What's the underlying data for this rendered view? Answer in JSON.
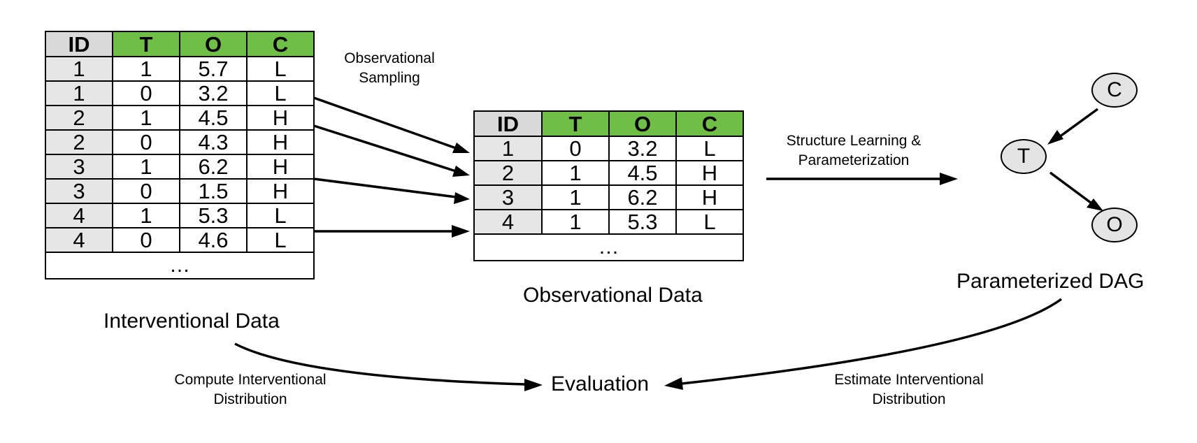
{
  "interventional_table": {
    "headers": [
      "ID",
      "T",
      "O",
      "C"
    ],
    "rows": [
      [
        "1",
        "1",
        "5.7",
        "L"
      ],
      [
        "1",
        "0",
        "3.2",
        "L"
      ],
      [
        "2",
        "1",
        "4.5",
        "H"
      ],
      [
        "2",
        "0",
        "4.3",
        "H"
      ],
      [
        "3",
        "1",
        "6.2",
        "H"
      ],
      [
        "3",
        "0",
        "1.5",
        "H"
      ],
      [
        "4",
        "1",
        "5.3",
        "L"
      ],
      [
        "4",
        "0",
        "4.6",
        "L"
      ]
    ],
    "ellipsis": "…",
    "caption": "Interventional Data"
  },
  "observational_table": {
    "headers": [
      "ID",
      "T",
      "O",
      "C"
    ],
    "rows": [
      [
        "1",
        "0",
        "3.2",
        "L"
      ],
      [
        "2",
        "1",
        "4.5",
        "H"
      ],
      [
        "3",
        "1",
        "6.2",
        "H"
      ],
      [
        "4",
        "1",
        "5.3",
        "L"
      ]
    ],
    "ellipsis": "…",
    "caption": "Observational Data"
  },
  "labels": {
    "observational_sampling_line1": "Observational",
    "observational_sampling_line2": "Sampling",
    "structure_learning_line1": "Structure Learning &",
    "structure_learning_line2": "Parameterization",
    "dag_caption": "Parameterized DAG",
    "evaluation": "Evaluation",
    "compute_line1": "Compute Interventional",
    "compute_line2": "Distribution",
    "estimate_line1": "Estimate Interventional",
    "estimate_line2": "Distribution"
  },
  "dag": {
    "nodes": {
      "c": "C",
      "t": "T",
      "o": "O"
    },
    "edges": [
      [
        "C",
        "T"
      ],
      [
        "T",
        "O"
      ]
    ]
  },
  "colors": {
    "header_green": "#6fbe45",
    "id_gray": "#e6e6e6",
    "node_fill": "#e4e4e4"
  }
}
